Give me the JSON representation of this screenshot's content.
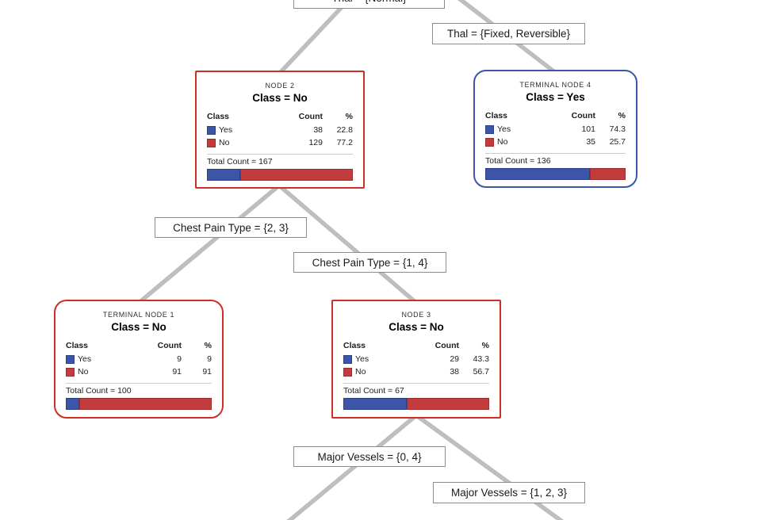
{
  "diagram": {
    "type": "decision-tree",
    "colors": {
      "class_yes_blue": "#3c55a6",
      "class_no_red": "#c23c3e",
      "internal_node_border_red": "#cf2e27",
      "terminal_node_border_blue": "#3a56a7",
      "edge_gray": "#bebebe"
    },
    "table_headers": {
      "class": "Class",
      "count": "Count",
      "pct": "%"
    },
    "edge_labels": {
      "root_left": "Thal = {Normal}",
      "root_right": "Thal = {Fixed, Reversible}",
      "node2_left": "Chest Pain Type = {2, 3}",
      "node2_right": "Chest Pain Type = {1, 4}",
      "node3_left": "Major Vessels = {0, 4}",
      "node3_right": "Major Vessels = {1, 2, 3}"
    },
    "nodes": [
      {
        "title": "NODE 2",
        "class_assignment": "Class = No",
        "kind": "internal",
        "rows": [
          {
            "label": "Yes",
            "count": "38",
            "pct": "22.8"
          },
          {
            "label": "No",
            "count": "129",
            "pct": "77.2"
          }
        ],
        "total": "Total Count = 167",
        "bar": {
          "yes_width": 22.8,
          "no_width": 77.2
        }
      },
      {
        "title": "TERMINAL NODE 4",
        "class_assignment": "Class = Yes",
        "kind": "terminal",
        "rows": [
          {
            "label": "Yes",
            "count": "101",
            "pct": "74.3"
          },
          {
            "label": "No",
            "count": "35",
            "pct": "25.7"
          }
        ],
        "total": "Total Count = 136",
        "bar": {
          "yes_width": 74.3,
          "no_width": 25.7
        }
      },
      {
        "title": "TERMINAL NODE 1",
        "class_assignment": "Class = No",
        "kind": "terminal",
        "rows": [
          {
            "label": "Yes",
            "count": "9",
            "pct": "9"
          },
          {
            "label": "No",
            "count": "91",
            "pct": "91"
          }
        ],
        "total": "Total Count = 100",
        "bar": {
          "yes_width": 9,
          "no_width": 91
        }
      },
      {
        "title": "NODE 3",
        "class_assignment": "Class = No",
        "kind": "internal",
        "rows": [
          {
            "label": "Yes",
            "count": "29",
            "pct": "43.3"
          },
          {
            "label": "No",
            "count": "38",
            "pct": "56.7"
          }
        ],
        "total": "Total Count = 67",
        "bar": {
          "yes_width": 43.3,
          "no_width": 56.7
        }
      }
    ]
  }
}
